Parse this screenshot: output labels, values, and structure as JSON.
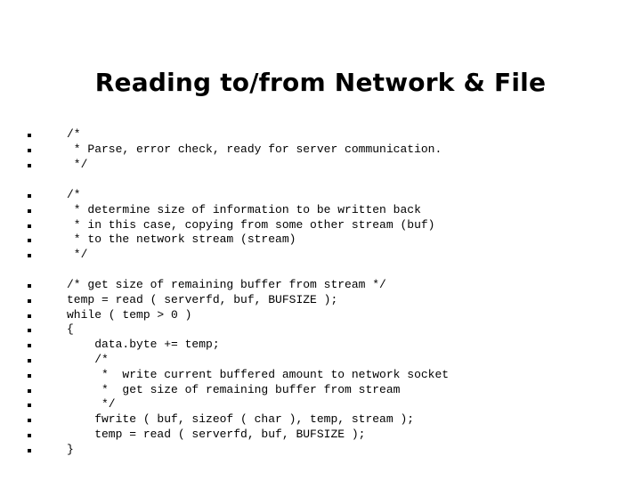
{
  "slide": {
    "title": "Reading to/from Network & File",
    "blocks": [
      {
        "lines": [
          "/*",
          " * Parse, error check, ready for server communication.",
          " */"
        ]
      },
      {
        "lines": [
          "/*",
          " * determine size of information to be written back",
          " * in this case, copying from some other stream (buf)",
          " * to the network stream (stream)",
          " */"
        ]
      },
      {
        "lines": [
          "/* get size of remaining buffer from stream */",
          "temp = read ( serverfd, buf, BUFSIZE );",
          "while ( temp > 0 )",
          "{",
          "    data.byte += temp;",
          "    /*",
          "     *  write current buffered amount to network socket",
          "     *  get size of remaining buffer from stream",
          "     */",
          "    fwrite ( buf, sizeof ( char ), temp, stream );",
          "    temp = read ( serverfd, buf, BUFSIZE );",
          "}"
        ]
      }
    ]
  }
}
